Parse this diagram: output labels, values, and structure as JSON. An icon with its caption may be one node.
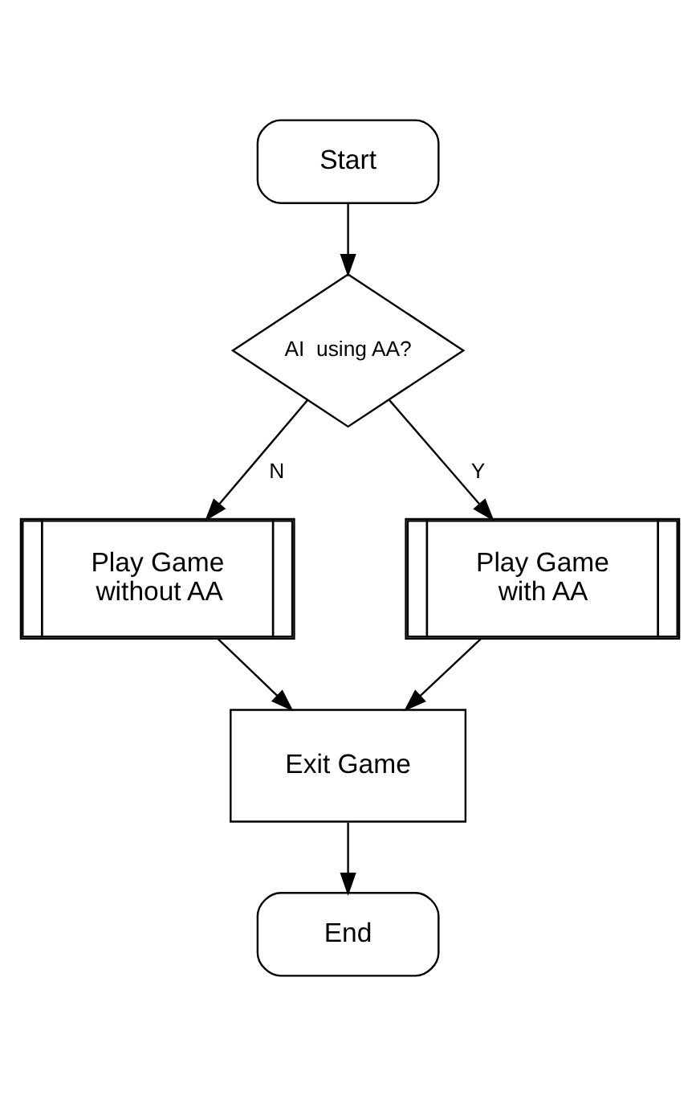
{
  "diagram": {
    "nodes": [
      {
        "text": [
          "Start"
        ]
      },
      {
        "text": [
          "AI  using AA?"
        ]
      },
      {
        "text": [
          "Play Game without AA"
        ]
      },
      {
        "text": [
          "Play Game with AA"
        ]
      },
      {
        "text": [
          "Exit Game"
        ]
      },
      {
        "text": [
          "End"
        ]
      }
    ],
    "edges": [
      {
        "from": 0,
        "to": 1,
        "arrow": "to"
      },
      {
        "from": 1,
        "to": 2,
        "arrow": "to",
        "label": "N"
      },
      {
        "from": 1,
        "to": 3,
        "arrow": "to",
        "label": "Y"
      },
      {
        "from": 2,
        "to": 4,
        "arrow": "to"
      },
      {
        "from": 3,
        "to": 4,
        "arrow": "to"
      },
      {
        "from": 4,
        "to": 5,
        "arrow": "to"
      }
    ]
  }
}
